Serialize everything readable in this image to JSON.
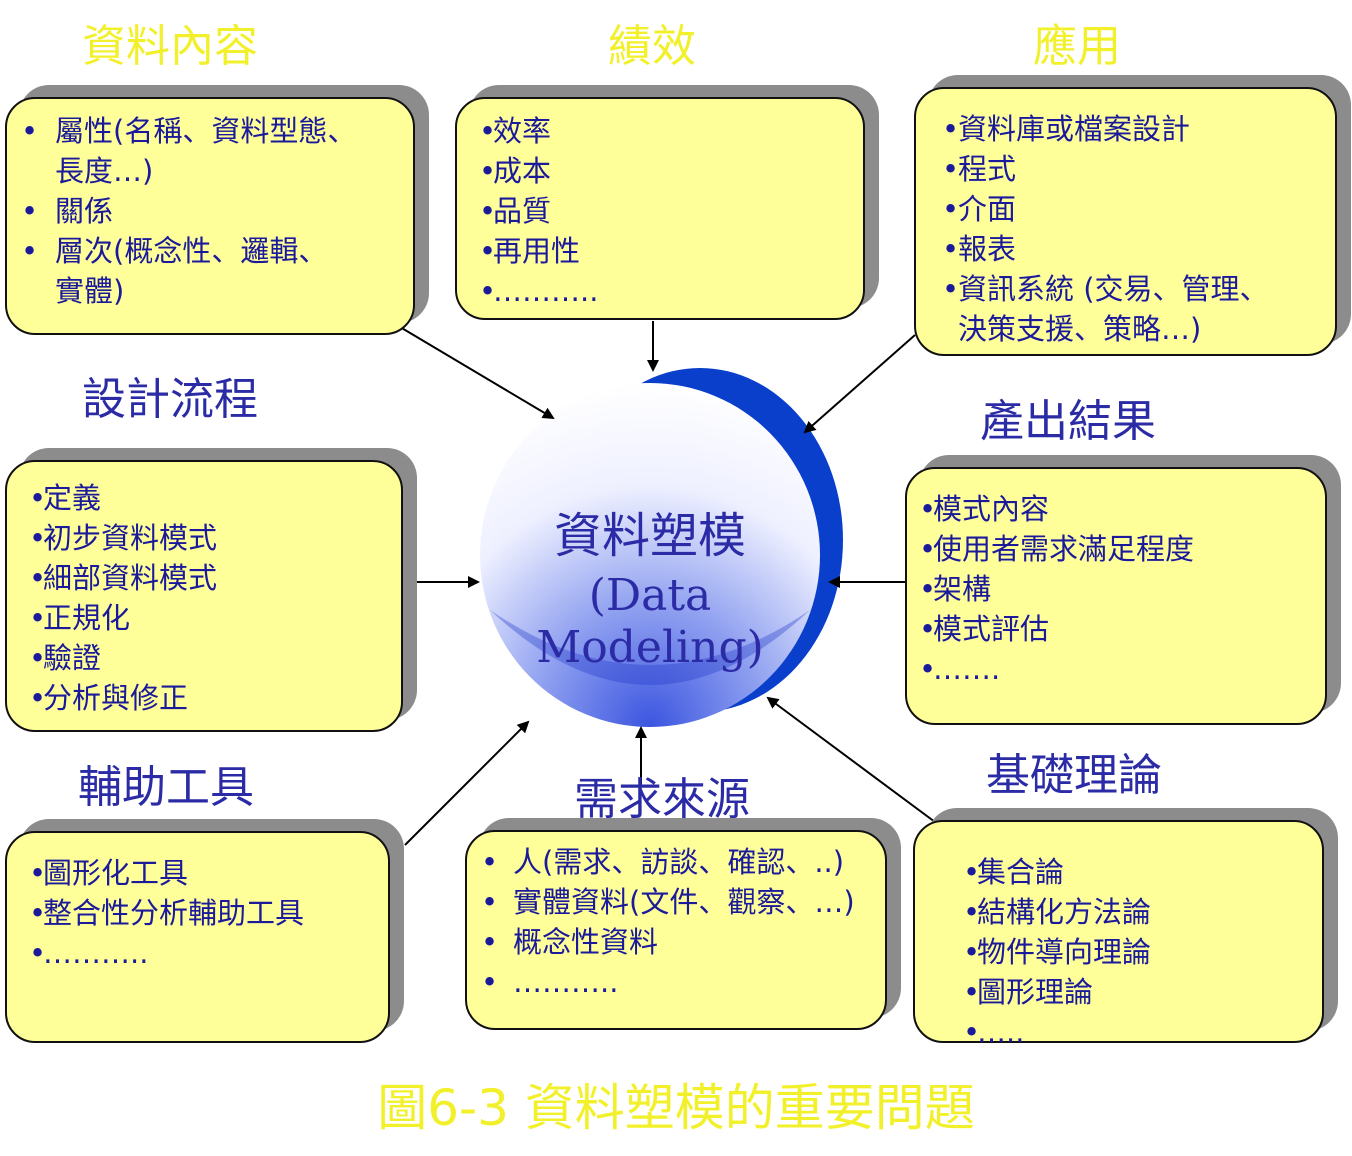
{
  "center": {
    "title": "資料塑模",
    "subtitle": "(Data Modeling)"
  },
  "groups": {
    "content": {
      "title": "資料內容",
      "items": [
        {
          "bullet": "•",
          "text": "屬性(名稱、資料型態、",
          "cont": "長度…)"
        },
        {
          "bullet": "•",
          "text": "關係"
        },
        {
          "bullet": "•",
          "text": "層次(概念性、邏輯、",
          "cont": "實體)"
        }
      ]
    },
    "performance": {
      "title": "績效",
      "items": [
        {
          "bullet": "•",
          "text": "效率"
        },
        {
          "bullet": "•",
          "text": "成本"
        },
        {
          "bullet": "•",
          "text": "品質"
        },
        {
          "bullet": "•",
          "text": "再用性"
        },
        {
          "bullet": "•",
          "text": "……….."
        }
      ]
    },
    "application": {
      "title": "應用",
      "items": [
        {
          "bullet": "•",
          "text": "資料庫或檔案設計"
        },
        {
          "bullet": "•",
          "text": "程式"
        },
        {
          "bullet": "•",
          "text": "介面"
        },
        {
          "bullet": "•",
          "text": "報表"
        },
        {
          "bullet": "•",
          "text": "資訊系統 (交易、管理、",
          "cont": "決策支援、策略…)"
        }
      ]
    },
    "process": {
      "title": "設計流程",
      "items": [
        {
          "bullet": "•",
          "text": "定義"
        },
        {
          "bullet": "•",
          "text": "初步資料模式"
        },
        {
          "bullet": "•",
          "text": "細部資料模式"
        },
        {
          "bullet": "•",
          "text": "正規化"
        },
        {
          "bullet": "•",
          "text": "驗證"
        },
        {
          "bullet": "•",
          "text": "分析與修正"
        }
      ]
    },
    "output": {
      "title": "產出結果",
      "items": [
        {
          "bullet": "•",
          "text": "模式內容"
        },
        {
          "bullet": "•",
          "text": "使用者需求滿足程度"
        },
        {
          "bullet": "•",
          "text": "架構"
        },
        {
          "bullet": "•",
          "text": "模式評估"
        },
        {
          "bullet": "•",
          "text": "……."
        }
      ]
    },
    "tools": {
      "title": "輔助工具",
      "items": [
        {
          "bullet": "•",
          "text": "圖形化工具"
        },
        {
          "bullet": "•",
          "text": "整合性分析輔助工具"
        },
        {
          "bullet": "•",
          "text": "……….."
        }
      ]
    },
    "sources": {
      "title": "需求來源",
      "items": [
        {
          "bullet": "•",
          "text": "人(需求、訪談、確認、..)"
        },
        {
          "bullet": "•",
          "text": "實體資料(文件、觀察、…)"
        },
        {
          "bullet": "•",
          "text": "概念性資料"
        },
        {
          "bullet": "•",
          "text": "……….."
        }
      ]
    },
    "theory": {
      "title": "基礎理論",
      "items": [
        {
          "bullet": "•",
          "text": "集合論"
        },
        {
          "bullet": "•",
          "text": "結構化方法論"
        },
        {
          "bullet": "•",
          "text": "物件導向理論"
        },
        {
          "bullet": "•",
          "text": "圖形理論"
        },
        {
          "bullet": "•",
          "text": "….."
        }
      ]
    }
  },
  "caption": "圖6-3 資料塑模的重要問題",
  "colors": {
    "box_fill": "#ffff99",
    "box_text": "#1a1a9a",
    "yellow_title": "#f2f02a",
    "blue_title": "#2b2ba6",
    "circle_back": "#0a3fcc"
  }
}
